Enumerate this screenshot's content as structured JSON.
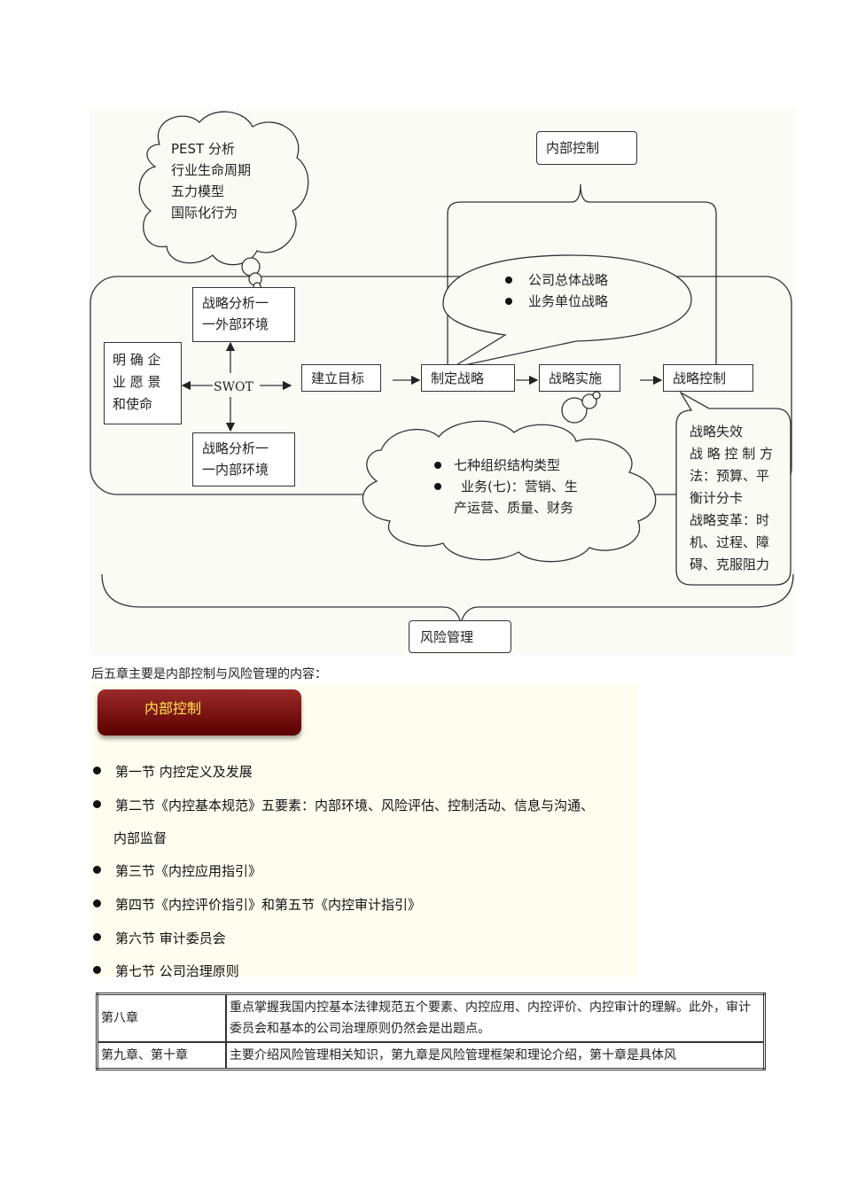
{
  "diagram": {
    "cloud_top": [
      "PEST 分析",
      "行业生命周期",
      "五力模型",
      "国际化行为"
    ],
    "internal_control": "内部控制",
    "external_analysis": [
      "战略分析一",
      "一外部环境"
    ],
    "internal_analysis": [
      "战略分析一",
      "一内部环境"
    ],
    "vision": [
      "明 确 企",
      "业 愿 景",
      "和使命"
    ],
    "swot": "SWOT",
    "steps": [
      "建立目标",
      "制定战略",
      "战略实施",
      "战略控制"
    ],
    "speech_items": [
      "公司总体战略",
      "业务单位战略"
    ],
    "cloud_bottom": [
      "七种组织结构类型",
      "业务(七)：营销、生",
      "产运营、质量、财务"
    ],
    "callout": [
      "战略失效",
      "战 略 控 制 方",
      "法：预算、平",
      "衡计分卡",
      "战略变革：时",
      "机、过程、障",
      "碍、克服阻力"
    ],
    "risk_management": "风险管理"
  },
  "intro": "后五章主要是内部控制与风险管理的内容：",
  "panel": {
    "title": "内部控制",
    "items": [
      "第一节  内控定义及发展",
      "第二节《内控基本规范》五要素：内部环境、风险评估、控制活动、信息与沟通、",
      "内部监督",
      "第三节《内控应用指引》",
      "第四节《内控评价指引》和第五节《内控审计指引》",
      "第六节  审计委员会",
      "第七节  公司治理原则"
    ]
  },
  "table": {
    "rows": [
      {
        "chapter": "第八章",
        "desc": "重点掌握我国内控基本法律规范五个要素、内控应用、内控评价、内控审计的理解。此外，审计委员会和基本的公司治理原则仍然会是出题点。"
      },
      {
        "chapter": "第九章、第十章",
        "desc": "主要介绍风险管理相关知识，第九章是风险管理框架和理论介绍，第十章是具体风"
      }
    ]
  }
}
